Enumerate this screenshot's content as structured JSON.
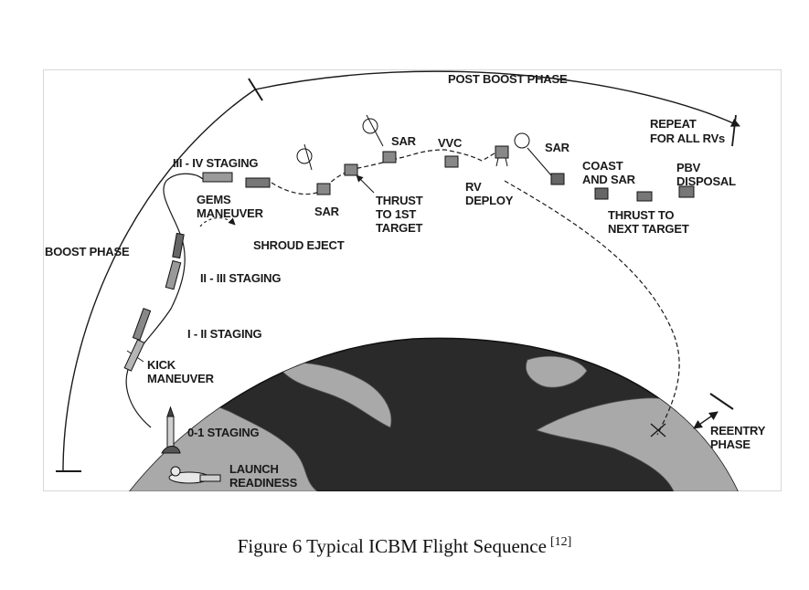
{
  "figure": {
    "phases": {
      "post_boost": "POST BOOST PHASE",
      "boost": "BOOST PHASE",
      "reentry": [
        "REENTRY",
        "PHASE"
      ],
      "repeat": [
        "REPEAT",
        "FOR ALL RVs"
      ]
    },
    "events": {
      "launch_readiness": [
        "LAUNCH",
        "READINESS"
      ],
      "staging_0_1": "0-1 STAGING",
      "kick_maneuver": [
        "KICK",
        "MANEUVER"
      ],
      "staging_1_2": "I - II STAGING",
      "staging_2_3": "II - III STAGING",
      "shroud_eject": "SHROUD EJECT",
      "gems_maneuver": [
        "GEMS",
        "MANEUVER"
      ],
      "staging_3_4": "III - IV STAGING",
      "sar_1": "SAR",
      "thrust_first_target": [
        "THRUST",
        "TO 1ST",
        "TARGET"
      ],
      "sar_2": "SAR",
      "vvc": "VVC",
      "rv_deploy": [
        "RV",
        "DEPLOY"
      ],
      "sar_3": "SAR",
      "coast_and_sar": [
        "COAST",
        "AND SAR"
      ],
      "thrust_next_target": [
        "THRUST TO",
        "NEXT TARGET"
      ],
      "pbv_disposal": [
        "PBV",
        "DISPOSAL"
      ]
    }
  },
  "caption": {
    "text": "Figure  6 Typical  ICBM  Flight  Sequence",
    "reference": "[12]"
  }
}
